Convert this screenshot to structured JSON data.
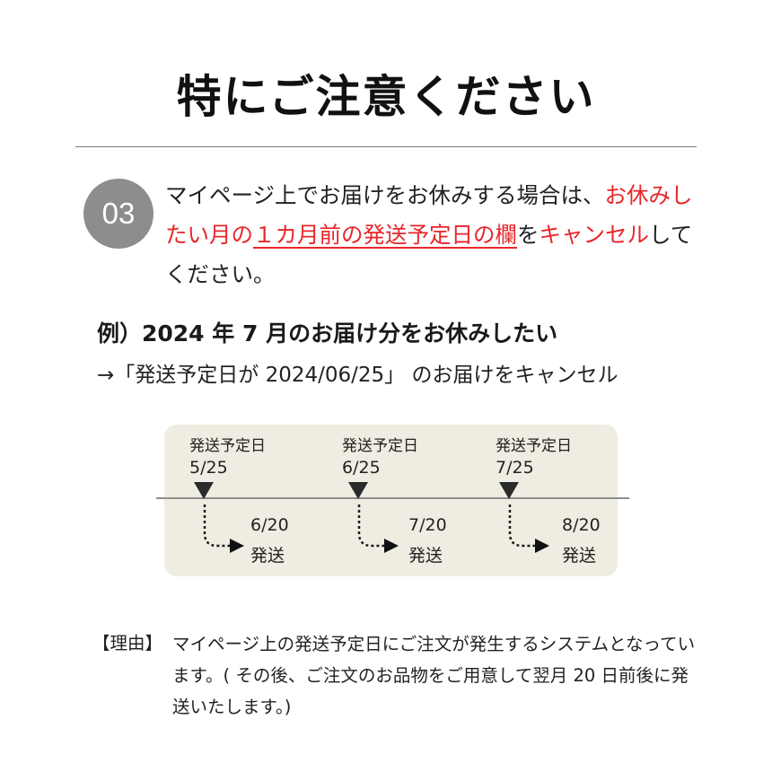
{
  "header": {
    "title": "特にご注意ください"
  },
  "step": {
    "number": "03",
    "text_black_1": "マイページ上でお届けをお休みする場合は、",
    "text_red_1": "お休みしたい月の",
    "text_red_underlined": "１カ月前の発送予定日の欄",
    "text_black_2": "を",
    "text_red_2": "キャンセル",
    "text_black_3": "してください。"
  },
  "example": {
    "title": "例）2024 年 7 月のお届け分をお休みしたい",
    "subtitle": "→「発送予定日が 2024/06/25」 のお届けをキャンセル"
  },
  "timeline": {
    "colors": {
      "panel": "#efece1",
      "line": "#8e8e8e",
      "marker": "#2b2b2b"
    },
    "milestones": [
      {
        "label": "発送予定日",
        "scheduled_date": "5/25",
        "ship_date": "6/20",
        "ship_label": "発送"
      },
      {
        "label": "発送予定日",
        "scheduled_date": "6/25",
        "ship_date": "7/20",
        "ship_label": "発送"
      },
      {
        "label": "発送予定日",
        "scheduled_date": "7/25",
        "ship_date": "8/20",
        "ship_label": "発送"
      }
    ]
  },
  "reason": {
    "label": "【理由】",
    "text": "マイページ上の発送予定日にご注文が発生するシステムとなっています。( その後、ご注文のお品物をご用意して翌月 20 日前後に発送いたします。)"
  },
  "colors": {
    "accent_red": "#e8262a",
    "badge": "#8d8d8d",
    "divider": "#7a7a7a"
  }
}
